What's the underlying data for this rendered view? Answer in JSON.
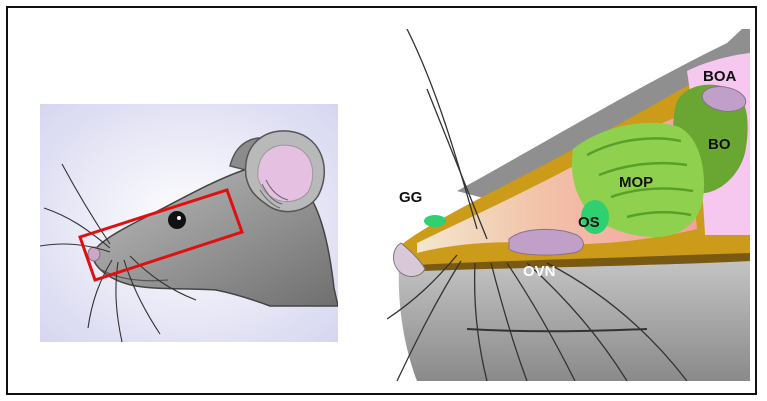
{
  "labels": {
    "boa": "BOA",
    "bo": "BO",
    "mop": "MOP",
    "os": "OS",
    "gg": "GG",
    "ovn": "OVN"
  },
  "colors": {
    "border": "#111111",
    "highlight_box": "#e01010",
    "skin_gray": "#a8a8a8",
    "ear_pink": "#e6c0e0",
    "bone_gold": "#cc9b1a",
    "tissue_pink": "#f4a5a5",
    "olfactory_green": "#8fd14f",
    "bulb_green": "#6aa632",
    "os_green": "#2fd070",
    "ovn_lilac": "#c0a0c8",
    "brain_pink": "#f6c8ef"
  }
}
